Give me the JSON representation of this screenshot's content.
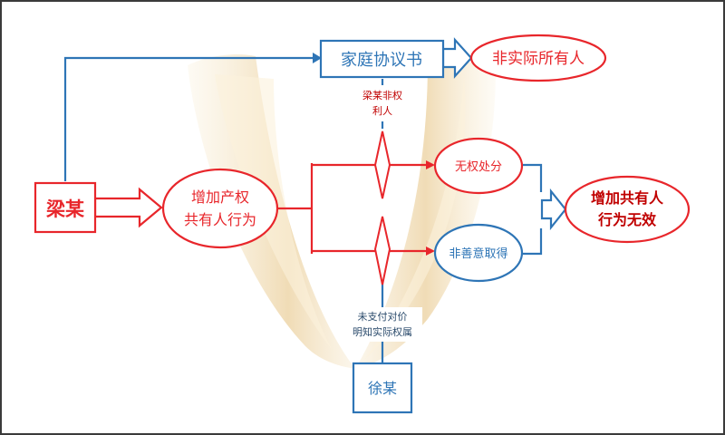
{
  "nodes": {
    "liang": "梁某",
    "agreement": "家庭协议书",
    "non_owner": "非实际所有人",
    "add_title": [
      "增加产权",
      "共有人行为"
    ],
    "no_right": "无权处分",
    "bad_faith": "非善意取得",
    "void": [
      "增加共有人",
      "行为无效"
    ],
    "xu": "徐某"
  },
  "annotations": {
    "liang_non_right": [
      "梁某非权",
      "利人"
    ],
    "xu_knew": [
      "未支付对价",
      "明知实际权属"
    ]
  },
  "colors": {
    "blue": "#2e75b6",
    "red": "#e8262b",
    "dark_red": "#c00000",
    "book": "#e8c98a"
  }
}
